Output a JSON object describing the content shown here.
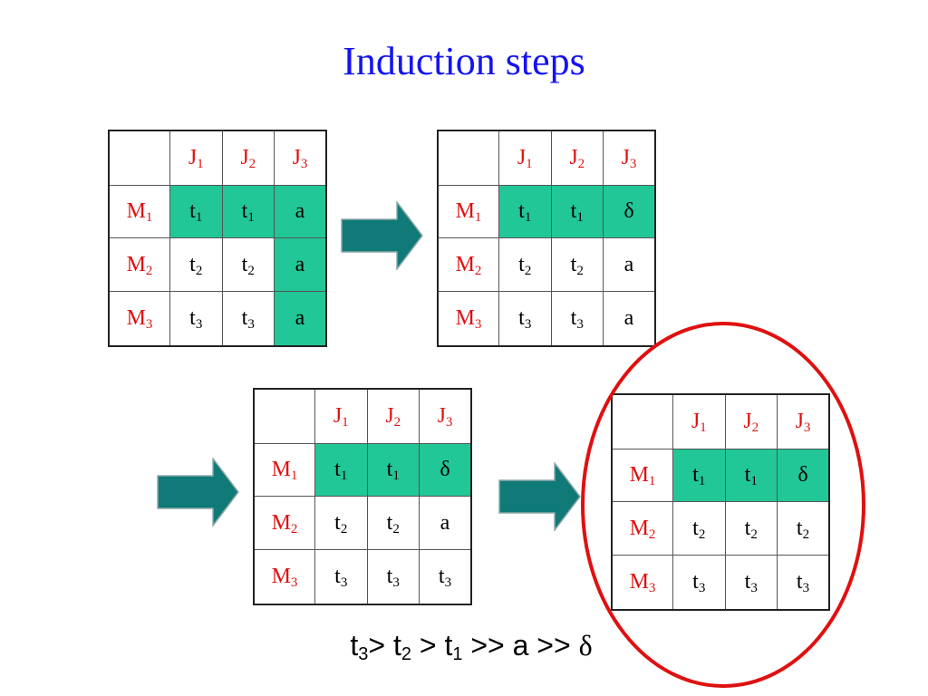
{
  "slide": {
    "title": "Induction steps",
    "ordering": {
      "parts": [
        {
          "t": "t",
          "s": "3"
        },
        {
          "t": "> t",
          "s": "2"
        },
        {
          "t": " > t",
          "s": "1"
        },
        {
          "t": " >> a >> ",
          "s": ""
        },
        {
          "t": "δ",
          "s": "",
          "cls": "delta"
        }
      ]
    }
  },
  "tables": [
    {
      "name": "table-step-1",
      "cols": [
        {
          "t": "J",
          "s": "1"
        },
        {
          "t": "J",
          "s": "2"
        },
        {
          "t": "J",
          "s": "3"
        }
      ],
      "rows": [
        {
          "h": {
            "t": "M",
            "s": "1"
          },
          "cells": [
            {
              "t": "t",
              "s": "1",
              "hl": true
            },
            {
              "t": "t",
              "s": "1",
              "hl": true
            },
            {
              "t": "a",
              "s": "",
              "hl": true
            }
          ]
        },
        {
          "h": {
            "t": "M",
            "s": "2"
          },
          "cells": [
            {
              "t": "t",
              "s": "2"
            },
            {
              "t": "t",
              "s": "2"
            },
            {
              "t": "a",
              "s": "",
              "hl": true
            }
          ]
        },
        {
          "h": {
            "t": "M",
            "s": "3"
          },
          "cells": [
            {
              "t": "t",
              "s": "3"
            },
            {
              "t": "t",
              "s": "3"
            },
            {
              "t": "a",
              "s": "",
              "hl": true
            }
          ]
        }
      ]
    },
    {
      "name": "table-step-2",
      "cols": [
        {
          "t": "J",
          "s": "1"
        },
        {
          "t": "J",
          "s": "2"
        },
        {
          "t": "J",
          "s": "3"
        }
      ],
      "rows": [
        {
          "h": {
            "t": "M",
            "s": "1"
          },
          "cells": [
            {
              "t": "t",
              "s": "1",
              "hl": true
            },
            {
              "t": "t",
              "s": "1",
              "hl": true
            },
            {
              "t": "δ",
              "s": "",
              "hl": true
            }
          ]
        },
        {
          "h": {
            "t": "M",
            "s": "2"
          },
          "cells": [
            {
              "t": "t",
              "s": "2"
            },
            {
              "t": "t",
              "s": "2"
            },
            {
              "t": "a",
              "s": ""
            }
          ]
        },
        {
          "h": {
            "t": "M",
            "s": "3"
          },
          "cells": [
            {
              "t": "t",
              "s": "3"
            },
            {
              "t": "t",
              "s": "3"
            },
            {
              "t": "a",
              "s": ""
            }
          ]
        }
      ]
    },
    {
      "name": "table-step-3",
      "cols": [
        {
          "t": "J",
          "s": "1"
        },
        {
          "t": "J",
          "s": "2"
        },
        {
          "t": "J",
          "s": "3"
        }
      ],
      "rows": [
        {
          "h": {
            "t": "M",
            "s": "1"
          },
          "cells": [
            {
              "t": "t",
              "s": "1",
              "hl": true
            },
            {
              "t": "t",
              "s": "1",
              "hl": true
            },
            {
              "t": "δ",
              "s": "",
              "hl": true
            }
          ]
        },
        {
          "h": {
            "t": "M",
            "s": "2"
          },
          "cells": [
            {
              "t": "t",
              "s": "2"
            },
            {
              "t": "t",
              "s": "2"
            },
            {
              "t": "a",
              "s": ""
            }
          ]
        },
        {
          "h": {
            "t": "M",
            "s": "3"
          },
          "cells": [
            {
              "t": "t",
              "s": "3"
            },
            {
              "t": "t",
              "s": "3"
            },
            {
              "t": "t",
              "s": "3"
            }
          ]
        }
      ]
    },
    {
      "name": "table-step-4",
      "cols": [
        {
          "t": "J",
          "s": "1"
        },
        {
          "t": "J",
          "s": "2"
        },
        {
          "t": "J",
          "s": "3"
        }
      ],
      "rows": [
        {
          "h": {
            "t": "M",
            "s": "1"
          },
          "cells": [
            {
              "t": "t",
              "s": "1",
              "hl": true
            },
            {
              "t": "t",
              "s": "1",
              "hl": true
            },
            {
              "t": "δ",
              "s": "",
              "hl": true
            }
          ]
        },
        {
          "h": {
            "t": "M",
            "s": "2"
          },
          "cells": [
            {
              "t": "t",
              "s": "2"
            },
            {
              "t": "t",
              "s": "2"
            },
            {
              "t": "t",
              "s": "2"
            }
          ]
        },
        {
          "h": {
            "t": "M",
            "s": "3"
          },
          "cells": [
            {
              "t": "t",
              "s": "3"
            },
            {
              "t": "t",
              "s": "3"
            },
            {
              "t": "t",
              "s": "3"
            }
          ]
        }
      ]
    }
  ],
  "colors": {
    "title": "#1414f0",
    "header_text": "#e01010",
    "highlight": "#21c796",
    "arrow": "#0f7a78",
    "circle": "#e01010"
  },
  "icons": [
    "right-arrow-icon",
    "highlight-circle"
  ]
}
